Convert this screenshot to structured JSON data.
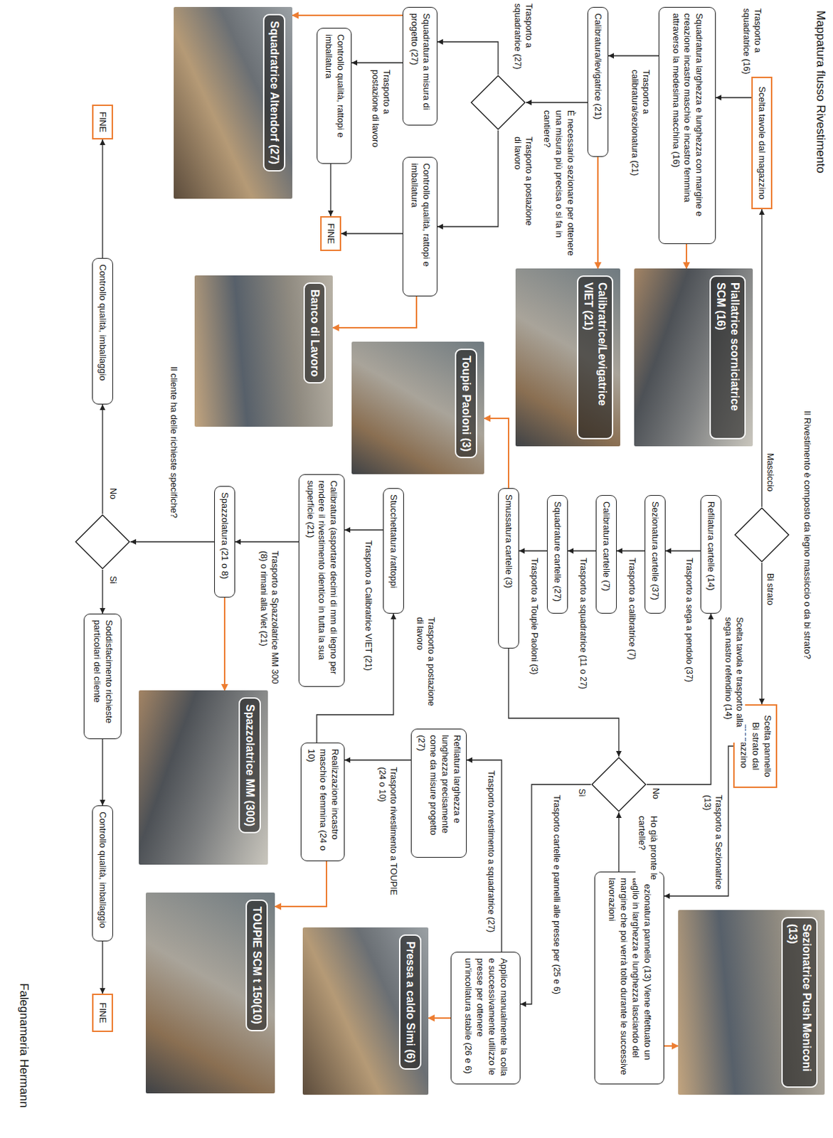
{
  "diagram": {
    "title": "Mappatura flusso Rivestimento",
    "caption": "Falegnameria Hermann",
    "nodes": [
      {
        "text": [
          "Scelta tavole dal magazzino"
        ]
      },
      {
        "text": [
          "Squadratura larghezza e lunghezza con margine e creazione incastro maschio e incastro femmina attraverso la medesima macchina (16)"
        ]
      },
      {
        "text": [
          "Calibratura/levigatrice (21)"
        ]
      },
      {
        "text": [
          "È necessario sezionare per ottenere una misura più precisa o si fa in cantiere?"
        ]
      },
      {
        "text": [
          "Squadratura a misura di progetto (27)"
        ]
      },
      {
        "text": [
          "Controllo qualità, rattopi e imballatura"
        ]
      },
      {
        "text": [
          "Controllo qualità, rattopi e imballatura"
        ]
      },
      {
        "text": [
          "FINE"
        ]
      },
      {
        "text": [
          "Squadratrice Altendorf (27)"
        ]
      },
      {
        "text": [
          "Piallatrice scorniciatrice SCM (16)"
        ]
      },
      {
        "text": [
          "Calibratrice/Levigatrice VIET (21)"
        ]
      },
      {
        "text": [
          "Banco di Lavoro"
        ]
      },
      {
        "text": [
          "Toupie Paoloni (3)"
        ]
      },
      {
        "text": [
          "Il Rivestimento è composto da legno massiccio o da bi strato?"
        ]
      },
      {
        "text": [
          "Refilatura cartelle (14)"
        ]
      },
      {
        "text": [
          "Sezionatura cartelle (37)"
        ]
      },
      {
        "text": [
          "Calibratura cartelle (7)"
        ]
      },
      {
        "text": [
          "Squadrature cartelle (27)"
        ]
      },
      {
        "text": [
          "Smussatura cartelle (3)"
        ]
      },
      {
        "text": [
          "Stucchettatura /rattoppi"
        ]
      },
      {
        "text": [
          "Calibratura (asportare decimi di mm di legno per rendere il rivestimento identico in tutta la sua superficie (21)"
        ]
      },
      {
        "text": [
          "Spazzolatura (21 o 8)"
        ]
      },
      {
        "text": [
          "Il cliente ha delle richieste specifiche?"
        ]
      },
      {
        "text": [
          "Controllo qualità, imballaggio"
        ]
      },
      {
        "text": [
          "FINE"
        ]
      },
      {
        "text": [
          "Soddisfacimento richieste particolari del cliente"
        ]
      },
      {
        "text": [
          "Controllo qualità, imballaggio"
        ]
      },
      {
        "text": [
          "FINE"
        ]
      },
      {
        "text": [
          "Spazzolatrice MM (300)"
        ]
      },
      {
        "text": [
          "Scelta pannello Bi strato dal magazzino"
        ]
      },
      {
        "text": [
          "Sezionatura pannello (13) Viene effettuato un taglio in larghezza e lunghezza lasciando del margine che poi verrà tolto durante le successive lavorazioni"
        ]
      },
      {
        "text": [
          "Sezionatrice Push Meniconi (13)"
        ]
      },
      {
        "text": [
          "Ho già pronte le cartelle?"
        ]
      },
      {
        "text": [
          "Applico manualmente la colla e successivamente utilizzo le presse per ottenere un'incollatura stabile (26 e 6)"
        ]
      },
      {
        "text": [
          "Refilatura larghezza e lunghezza precisamente come da misure progetto (27)"
        ]
      },
      {
        "text": [
          "Realizzazione incastro maschio e femmina (24 o 10)"
        ]
      },
      {
        "text": [
          "Pressa a caldo Simi (6)"
        ]
      },
      {
        "text": [
          "TOUPIE SCM t 150(10)"
        ]
      }
    ],
    "edges": [
      {
        "from": 13,
        "to": 0,
        "arrow": "to",
        "label": "Massiccio"
      },
      {
        "from": 13,
        "to": 29,
        "arrow": "to",
        "label": "Bi strato"
      },
      {
        "from": 0,
        "to": 1,
        "arrow": "to",
        "label": "Trasporto a squadratrice (16)"
      },
      {
        "from": 1,
        "to": 2,
        "arrow": "to",
        "label": "Trasporto a calibratura/sezionatura (21)"
      },
      {
        "from": 2,
        "to": 3,
        "arrow": "to"
      },
      {
        "from": 3,
        "to": 4,
        "arrow": "to",
        "label": "Trasporto a squadratrice (27)"
      },
      {
        "from": 3,
        "to": 5,
        "arrow": "to",
        "label": "Trasporto a postazione di lavoro"
      },
      {
        "from": 4,
        "to": 6,
        "arrow": "to",
        "label": "Trasporto a postazione di lavoro"
      },
      {
        "from": 6,
        "to": 7,
        "arrow": "to"
      },
      {
        "from": 5,
        "to": 7,
        "arrow": "to"
      },
      {
        "from": 1,
        "to": 9,
        "arrow": "to"
      },
      {
        "from": 2,
        "to": 10,
        "arrow": "to"
      },
      {
        "from": 4,
        "to": 8,
        "arrow": "to"
      },
      {
        "from": 5,
        "to": 11,
        "arrow": "to"
      },
      {
        "from": 29,
        "to": 30,
        "arrow": "to",
        "label": "Trasporto a Sezionatrice (13)"
      },
      {
        "from": 30,
        "to": 31,
        "arrow": "to"
      },
      {
        "from": 30,
        "to": 32,
        "arrow": "to"
      },
      {
        "from": 32,
        "to": 14,
        "arrow": "to",
        "label": "No"
      },
      {
        "from": 14,
        "to": 15,
        "arrow": "to",
        "label": "Trasporto a sega a pendolo (37)"
      },
      {
        "from": 15,
        "to": 16,
        "arrow": "to",
        "label": "Trasporto a calibratrice (7)"
      },
      {
        "from": 16,
        "to": 17,
        "arrow": "to",
        "label": "Trasporto a squadratrice (11 o 27)"
      },
      {
        "from": 17,
        "to": 18,
        "arrow": "to",
        "label": "Trasporto a Toupie Paoloni (3)"
      },
      {
        "from": 18,
        "to": 12,
        "arrow": "to"
      },
      {
        "from": 18,
        "to": 32,
        "arrow": "to"
      },
      {
        "from": 32,
        "to": 33,
        "arrow": "to",
        "label": "Sì"
      },
      {
        "from": 33,
        "to": 36,
        "arrow": "to"
      },
      {
        "from": 33,
        "to": 34,
        "arrow": "to",
        "label": "Trasporto rivestimento a squadratrice (27)"
      },
      {
        "from": 34,
        "to": 35,
        "arrow": "to",
        "label": "Trasporto rivestimento a TOUPIE (24 o 10)"
      },
      {
        "from": 35,
        "to": 37,
        "arrow": "to"
      },
      {
        "from": 35,
        "to": 19,
        "arrow": "to",
        "label": "Trasporto a postazione di lavoro"
      },
      {
        "from": 19,
        "to": 20,
        "arrow": "to",
        "label": "Trasporto a Calibratrice VIET (21)"
      },
      {
        "from": 20,
        "to": 21,
        "arrow": "to",
        "label": "Trasporto a Spazzolatrice MM 300 (8) o rimani alla Viet (21)"
      },
      {
        "from": 21,
        "to": 28,
        "arrow": "to"
      },
      {
        "from": 21,
        "to": 22,
        "arrow": "to"
      },
      {
        "from": 22,
        "to": 23,
        "arrow": "to",
        "label": "No"
      },
      {
        "from": 23,
        "to": 24,
        "arrow": "to"
      },
      {
        "from": 22,
        "to": 25,
        "arrow": "to",
        "label": "Si"
      },
      {
        "from": 25,
        "to": 26,
        "arrow": "to"
      },
      {
        "from": 26,
        "to": 27,
        "arrow": "to"
      }
    ],
    "labels": [
      "Scelta tavola e trasporto alla sega nastro refendino (14)",
      "Trasporto cartelle e pannelli alle presse per (25 e 6)"
    ]
  }
}
